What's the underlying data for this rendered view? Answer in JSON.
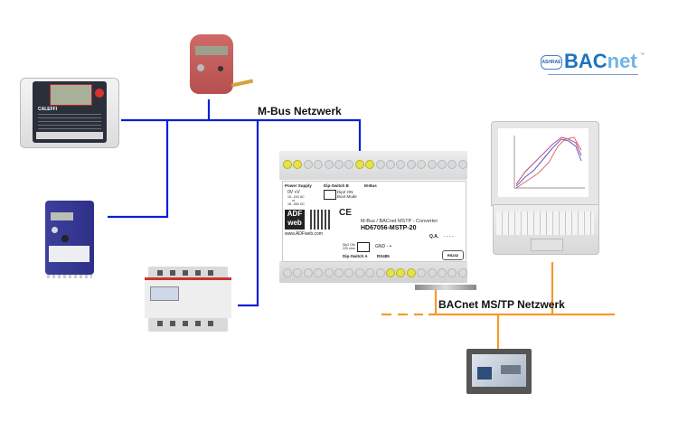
{
  "diagram": {
    "title": "M-Bus to BACnet MS/TP converter network",
    "networks": {
      "mbus_label": "M-Bus Netzwerk",
      "bacnet_label": "BACnet MS/TP Netzwerk",
      "mbus_color": "#0a1fd6",
      "bacnet_color": "#f39a2b"
    },
    "logo": {
      "badge": "ASHRAE",
      "text_main": "BAC",
      "text_accent": "net",
      "tm": "™"
    },
    "gateway": {
      "power_supply": "Power Supply",
      "voltage": "0V  +V",
      "range_ac": "15...24V AC",
      "or": "or",
      "range_dc": "18...35V DC",
      "dip_b": "Dip-Switch B",
      "dip_b_note1": "Dip2 ON:",
      "dip_b_note2": "Boot Mode",
      "mbus": "M-Bus",
      "brand_top": "ADF",
      "brand_bottom": "web",
      "website": "www.ADFweb.com",
      "ce": "CE",
      "product": "M-Bus / BACnet MSTP - Converter",
      "model": "HD67056-MSTP-20",
      "qa": "Q.A.",
      "qa_dots": "- - - -",
      "dip_a_note1": "Dip2 ON:",
      "dip_a_note2": "220 ohm",
      "dip_a": "Dip-Switch A",
      "gnd": "GND  -  +",
      "rs485": "RS485",
      "rs232": "RS232"
    },
    "devices": [
      {
        "name": "heat-meter-caleffi",
        "brand": "CALEFFI"
      },
      {
        "name": "red-compact-meter"
      },
      {
        "name": "blue-heat-meter"
      },
      {
        "name": "din-rail-energy-meter"
      },
      {
        "name": "laptop"
      },
      {
        "name": "hmi-touch-panel"
      }
    ]
  }
}
